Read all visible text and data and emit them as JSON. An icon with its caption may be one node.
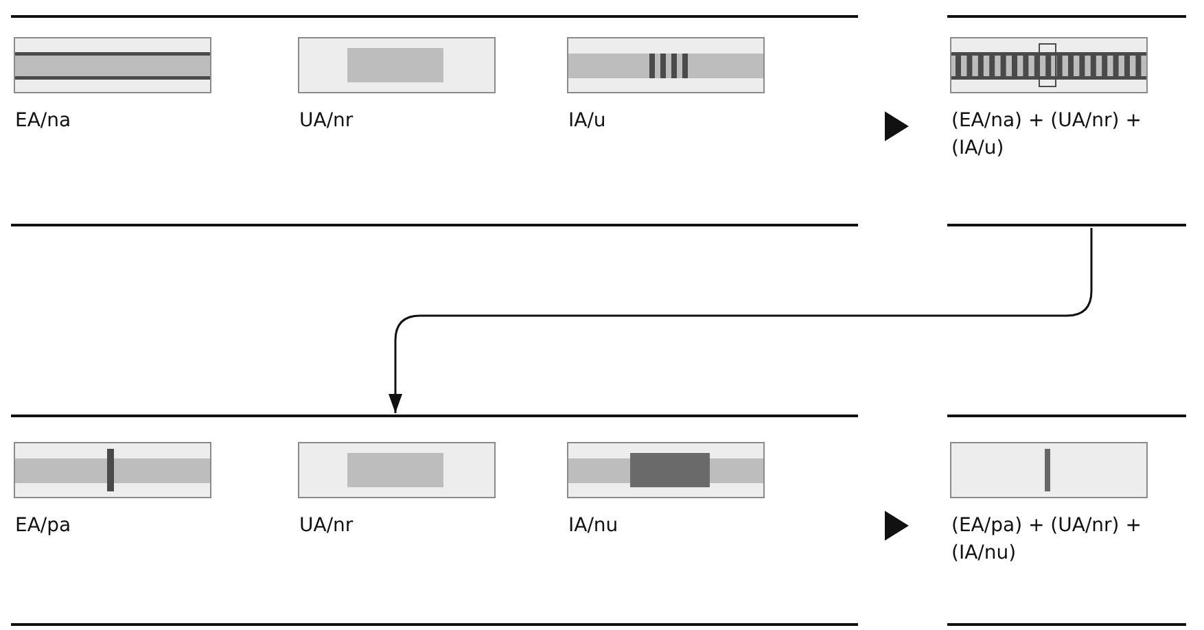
{
  "diagram": {
    "nodes": [
      {
        "text": [],
        "shape": "box"
      },
      {
        "text": [
          "EA/na"
        ],
        "in": 0
      },
      {
        "text": [
          "UA/nr"
        ],
        "in": 0
      },
      {
        "text": [
          "IA/u"
        ],
        "in": 0
      },
      {
        "text": [
          "(EA/na) + (UA/nr) + (IA/u)"
        ]
      },
      {
        "text": [],
        "shape": "box"
      },
      {
        "text": [
          "EA/pa"
        ],
        "in": 5
      },
      {
        "text": [
          "UA/nr"
        ],
        "in": 5
      },
      {
        "text": [
          "IA/nu"
        ],
        "in": 5
      },
      {
        "text": [
          "(EA/pa) + (UA/nr) + (IA/nu)"
        ]
      }
    ],
    "edges": [
      {
        "from": 0,
        "to": 4,
        "arrow": "to"
      },
      {
        "from": 4,
        "to": 5,
        "arrow": "to"
      },
      {
        "from": 5,
        "to": 9,
        "arrow": "to"
      }
    ]
  }
}
